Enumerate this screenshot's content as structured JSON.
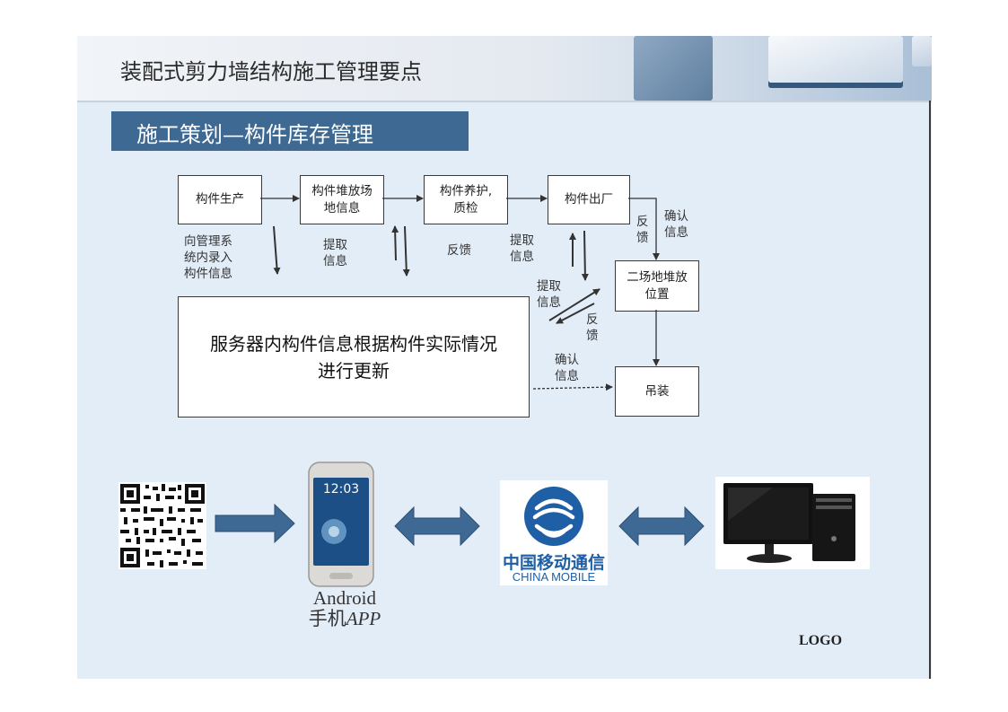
{
  "header": {
    "title": "装配式剪力墙结构施工管理要点"
  },
  "section": {
    "title": "施工策划—构件库存管理"
  },
  "flow": {
    "boxes": {
      "production": "构件生产",
      "yard_info": [
        "构件堆放场",
        "地信息"
      ],
      "curing": [
        "构件养护,",
        "质检"
      ],
      "exit": "构件出厂",
      "secondary_yard": [
        "二场地堆放",
        "位置"
      ],
      "hoisting": "吊装"
    },
    "labels": {
      "enter_system": [
        "向管理系",
        "统内录入",
        "构件信息"
      ],
      "extract_1": [
        "提取",
        "信息"
      ],
      "feedback_1": "反馈",
      "extract_2": [
        "提取",
        "信息"
      ],
      "feedback_2": [
        "反",
        "馈"
      ],
      "confirm_1": [
        "确认",
        "信息"
      ],
      "extract_3": [
        "提取",
        "信息"
      ],
      "feedback_3": [
        "反",
        "馈"
      ],
      "confirm_2": [
        "确认",
        "信息"
      ]
    },
    "server_text": [
      "服务器内构件信息根据构件实际情况",
      "进行更新"
    ]
  },
  "bottom": {
    "phone_time": "12:03",
    "android_label": "Android",
    "app_label_prefix": "手机",
    "app_label_em": "APP",
    "carrier_cn": "中国移动通信",
    "carrier_en": "CHINA MOBILE",
    "logo": "LOGO"
  },
  "colors": {
    "slide_bg": "#e3edf8",
    "section_tab": "#3d6992",
    "arrow_fill": "#3f6995",
    "china_mobile_blue": "#1f5fa6"
  }
}
